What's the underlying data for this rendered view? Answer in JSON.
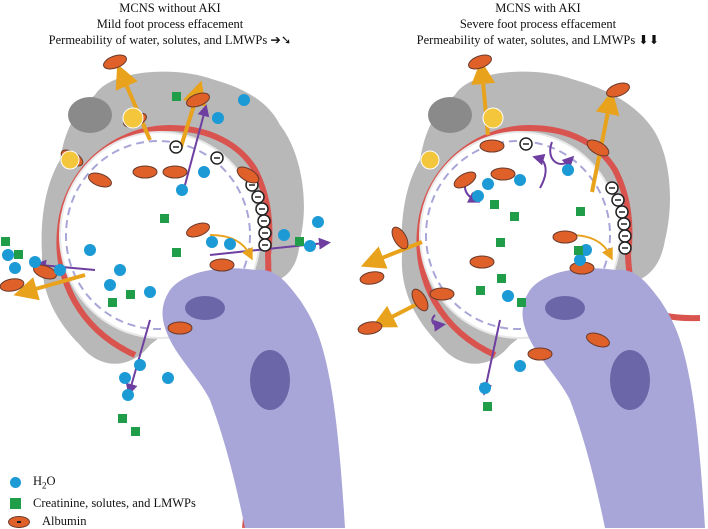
{
  "panels": [
    {
      "heading": "MCNS without AKI",
      "subheading": "Mild foot process effacement",
      "permeability_label": "Permeability of water, solutes, and LMWPs",
      "permeability_arrows": "➔➘"
    },
    {
      "heading": "MCNS with AKI",
      "subheading": "Severe foot process effacement",
      "permeability_label": "Permeability of water, solutes, and LMWPs",
      "permeability_arrows": "⬇⬇"
    }
  ],
  "legend": {
    "water_prefix": "H",
    "water_sub": "2",
    "water_suffix": "O",
    "solutes": "Creatinine, solutes, and LMWPs",
    "albumin": "Albumin"
  },
  "colors": {
    "water": "#1b9ad6",
    "solute": "#1f9d48",
    "albumin": "#e0602a",
    "membrane": "#d9534f",
    "cell": "#a8a6d8",
    "podocyte": "#b8b8b8",
    "arrow_albumin": "#e8a21c",
    "arrow_water": "#6e3fa0"
  },
  "icons": {
    "water": "circle",
    "solute": "square",
    "albumin": "ellipse-with-minus"
  }
}
